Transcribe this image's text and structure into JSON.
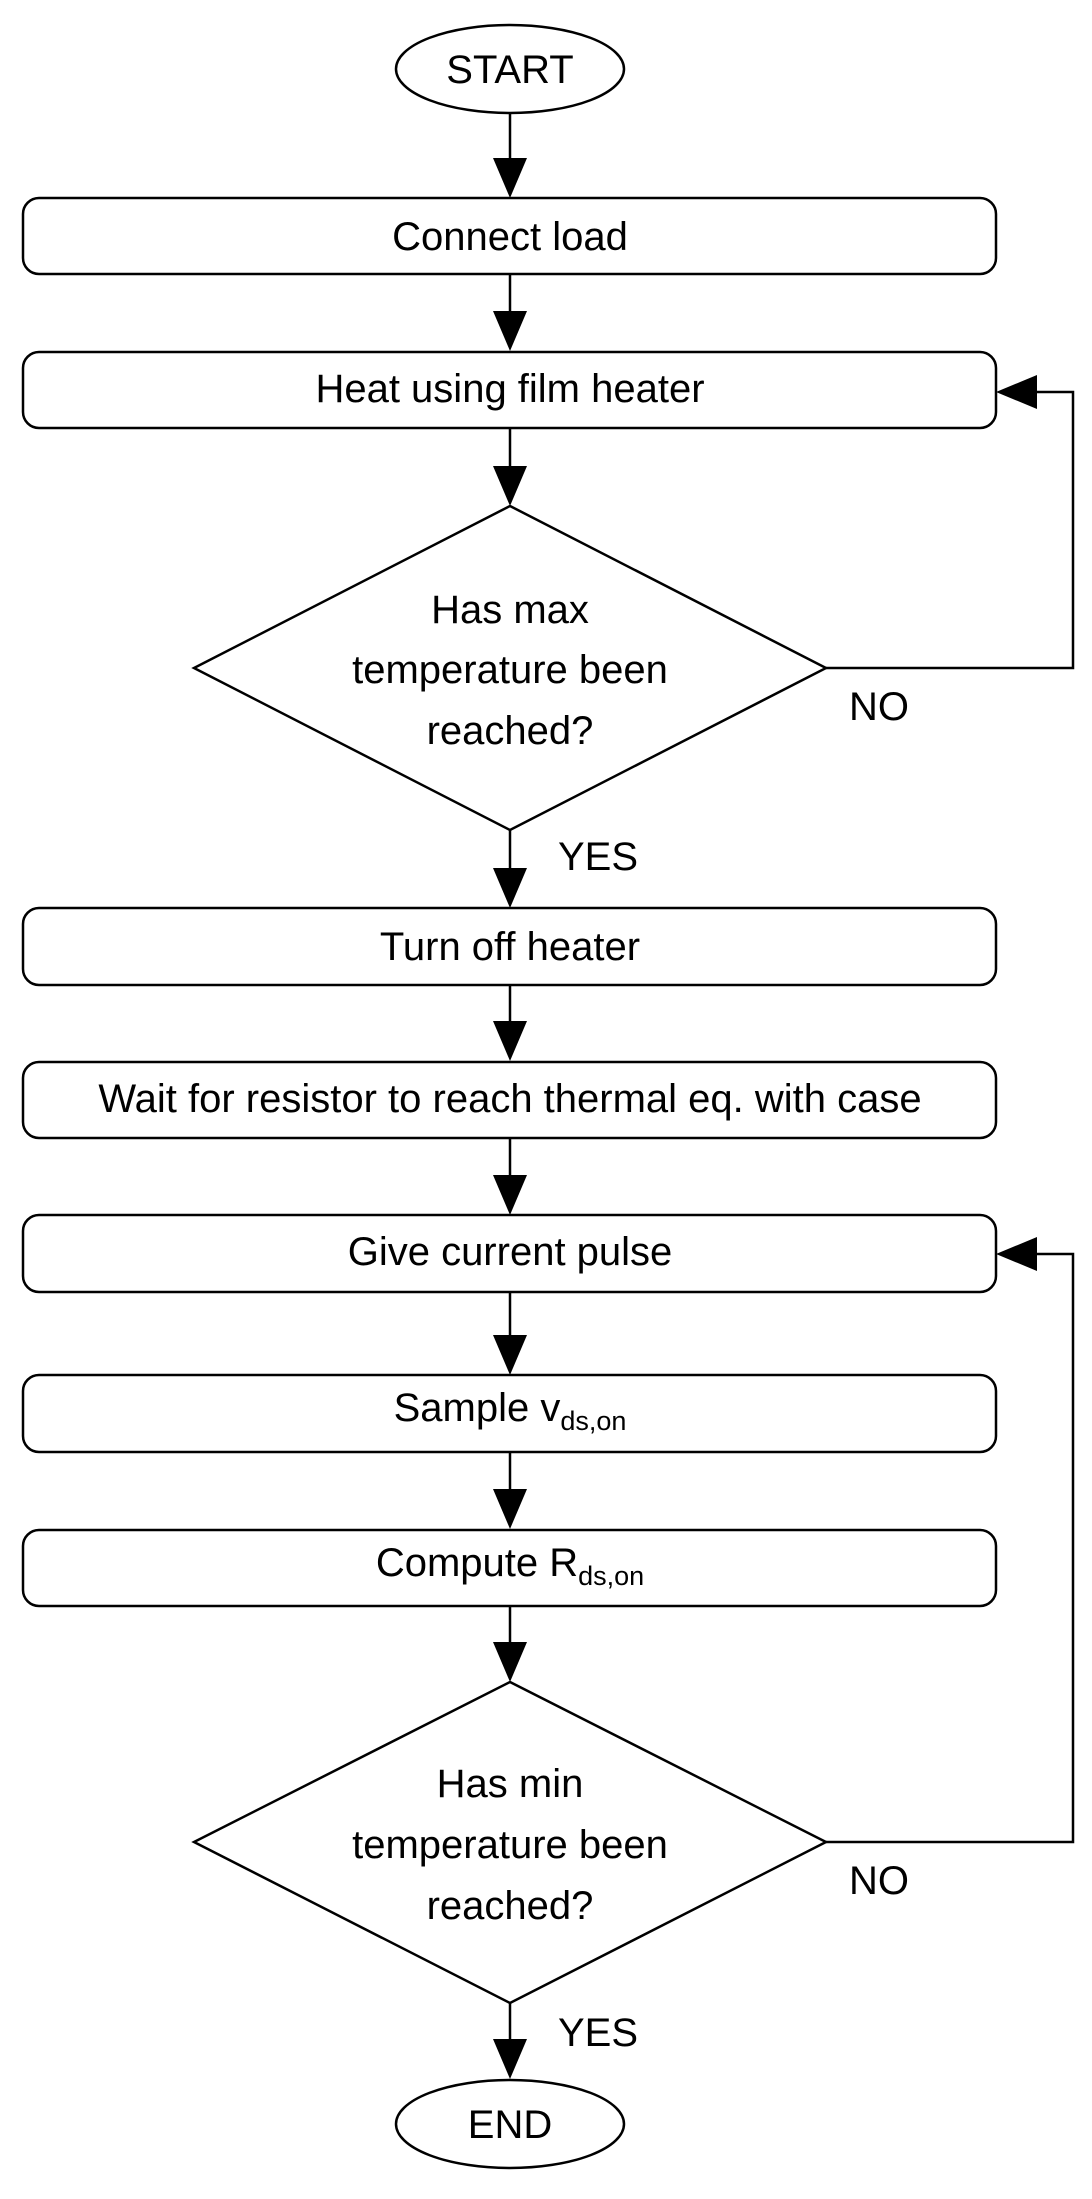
{
  "terminals": {
    "start": "START",
    "end": "END"
  },
  "steps": {
    "connect_load": "Connect load",
    "heat": "Heat using film heater",
    "turn_off": "Turn off heater",
    "wait": "Wait for resistor to reach thermal eq. with case",
    "pulse": "Give current pulse",
    "sample": {
      "main": "Sample v",
      "sub": "ds,on"
    },
    "compute": {
      "main": "Compute R",
      "sub": "ds,on"
    }
  },
  "decisions": {
    "max_temp": {
      "lines": [
        "Has max",
        "temperature been",
        "reached?"
      ]
    },
    "min_temp": {
      "lines": [
        "Has min",
        "temperature been",
        "reached?"
      ]
    }
  },
  "branch_labels": {
    "yes": "YES",
    "no": "NO"
  },
  "colors": {
    "stroke": "#000000",
    "fill": "#ffffff",
    "text": "#000000"
  }
}
